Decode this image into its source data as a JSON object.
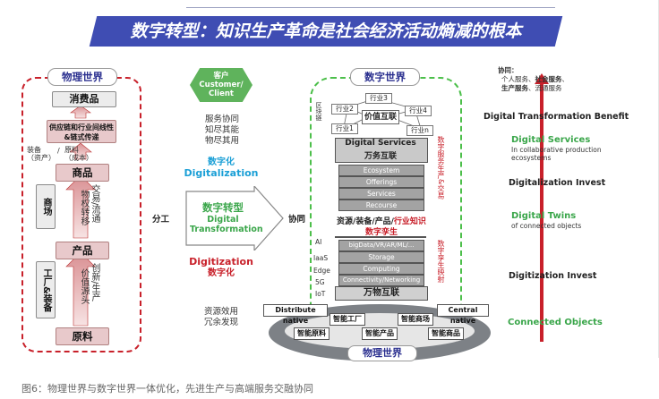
{
  "title": "数字转型：知识生产革命是社会经济活动熵减的根本",
  "physical": {
    "title": "物理世界",
    "consumer": "消费品",
    "supply_chain": "供应链和行业间线性&链式传递",
    "equipment": "装备（资产）",
    "slash": "/",
    "material_cost": "原料（成本）",
    "goods": "商品",
    "market": "商场",
    "exchange": "交易/流通",
    "ownership": "物权转移",
    "product": "产品",
    "factory": "工厂&装备",
    "innovation": "创新/生产",
    "value_source": "价值源头",
    "raw": "原料"
  },
  "division": "分工",
  "collab": "协同",
  "customer": {
    "title_cn": "客户",
    "title_en": "Customer/ Client",
    "services": "服务协同",
    "know": "知尽其能",
    "goods": "物尽其用"
  },
  "digitalization": {
    "cn": "数字化",
    "en": "Digitalization"
  },
  "transformation": {
    "cn": "数字转型",
    "en1": "Digital",
    "en2": "Transformation"
  },
  "digitization": {
    "en": "Digitization",
    "cn": "数字化"
  },
  "efficiency": {
    "line1": "资源效用",
    "line2": "冗余发现"
  },
  "digital": {
    "title": "数字世界",
    "industries": [
      "行业3",
      "行业2",
      "行业4",
      "行业1",
      "行业n"
    ],
    "value_internet": "价值互联",
    "blockchain": "区块链",
    "services_title": "Digital Services",
    "services_cn": "万务互联",
    "services": [
      "Ecosystem",
      "Offerings",
      "Services",
      "Recourse"
    ],
    "side_services": "数字服务生产&交易",
    "resources_black": "资源/装备/产品/",
    "resources_red": "行业知识",
    "twin": "数字孪生",
    "tech": [
      "bigData/VR/AR/ML/...",
      "Storage",
      "Computing",
      "Connectivity/Networking"
    ],
    "tech_left": [
      "AI",
      "IaaS",
      "Edge",
      "5G",
      "IoT"
    ],
    "side_twin": "数字孪生映射",
    "iot": "万物互联"
  },
  "ring": {
    "distribute": "Distribute native",
    "central": "Central native",
    "factory": "智能工厂",
    "mall": "智能商场",
    "raw": "智能原料",
    "product": "智能产品",
    "goods": "智能商品",
    "physical": "物理世界"
  },
  "right": {
    "collab_title": "协同：",
    "collab_line1_a": "个人服务、",
    "collab_line1_b": "社会服务",
    "collab_line1_c": "、",
    "collab_line2_a": "生产服务",
    "collab_line2_b": "、流通服务",
    "benefit": "Digital Transformation Benefit",
    "services": "Digital Services",
    "services_sub1": "In collaborative production",
    "services_sub2": "ecosystems",
    "invest1": "Digitalization Invest",
    "twins": "Digital Twins",
    "twins_sub": "of connected objects",
    "invest2": "Digitization Invest",
    "connected": "Connected Objects"
  },
  "caption": "图6：物理世界与数字世界一体优化，先进生产与高端服务交融协同",
  "colors": {
    "title_bg": "#3f4db3",
    "red": "#c8202a",
    "green": "#3aa64a",
    "blue": "#1a9fd6"
  }
}
